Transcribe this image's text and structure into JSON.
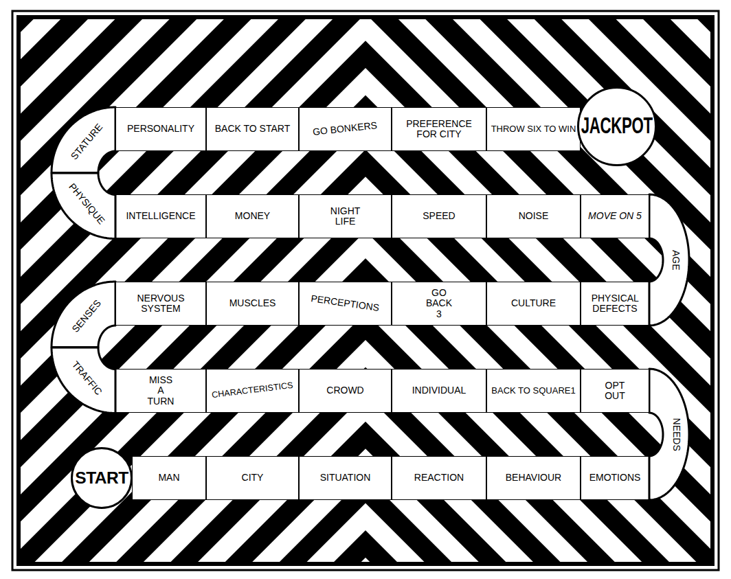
{
  "diagram": {
    "nodes": [
      {
        "text": [
          "START"
        ]
      },
      {
        "text": [
          "MAN"
        ]
      },
      {
        "text": [
          "CITY"
        ]
      },
      {
        "text": [
          "SITUATION"
        ]
      },
      {
        "text": [
          "REACTION"
        ]
      },
      {
        "text": [
          "BEHAVIOUR"
        ]
      },
      {
        "text": [
          "EMOTIONS"
        ]
      },
      {
        "text": [
          "NEEDS"
        ]
      },
      {
        "text": [
          "OPT OUT"
        ]
      },
      {
        "text": [
          "BACK TO SQUARE1"
        ]
      },
      {
        "text": [
          "INDIVIDUAL"
        ]
      },
      {
        "text": [
          "CROWD"
        ]
      },
      {
        "text": [
          "CHARACTERISTICS"
        ]
      },
      {
        "text": [
          "MISS A TURN"
        ]
      },
      {
        "text": [
          "TRAFFIC"
        ]
      },
      {
        "text": [
          "SENSES"
        ]
      },
      {
        "text": [
          "NERVOUS SYSTEM"
        ]
      },
      {
        "text": [
          "MUSCLES"
        ]
      },
      {
        "text": [
          "PERCEPTIONS"
        ]
      },
      {
        "text": [
          "GO BACK 3"
        ]
      },
      {
        "text": [
          "CULTURE"
        ]
      },
      {
        "text": [
          "PHYSICAL DEFECTS"
        ]
      },
      {
        "text": [
          "AGE"
        ]
      },
      {
        "text": [
          "MOVE ON 5"
        ]
      },
      {
        "text": [
          "NOISE"
        ]
      },
      {
        "text": [
          "SPEED"
        ]
      },
      {
        "text": [
          "NIGHT LIFE"
        ]
      },
      {
        "text": [
          "MONEY"
        ]
      },
      {
        "text": [
          "INTELLIGENCE"
        ]
      },
      {
        "text": [
          "PHYSIQUE"
        ]
      },
      {
        "text": [
          "STATURE"
        ]
      },
      {
        "text": [
          "PERSONALITY"
        ]
      },
      {
        "text": [
          "BACK TO START"
        ]
      },
      {
        "text": [
          "GO BONKERS"
        ]
      },
      {
        "text": [
          "PREFERENCE FOR CITY"
        ]
      },
      {
        "text": [
          "THROW SIX TO WIN"
        ]
      },
      {
        "text": [
          "JACKPOT"
        ]
      }
    ]
  }
}
